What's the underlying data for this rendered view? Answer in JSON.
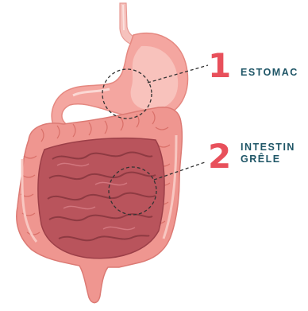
{
  "callouts": [
    {
      "number": "1",
      "label_lines": [
        "ESTOMAC"
      ]
    },
    {
      "number": "2",
      "label_lines": [
        "INTESTIN",
        "GRÊLE"
      ]
    }
  ],
  "colors": {
    "number": "#e8505b",
    "label": "#1e5566",
    "stomach": "#f4a6a0",
    "colon": "#ef9690",
    "small_intestine": "#b9545c",
    "dashed_line": "#333333"
  }
}
